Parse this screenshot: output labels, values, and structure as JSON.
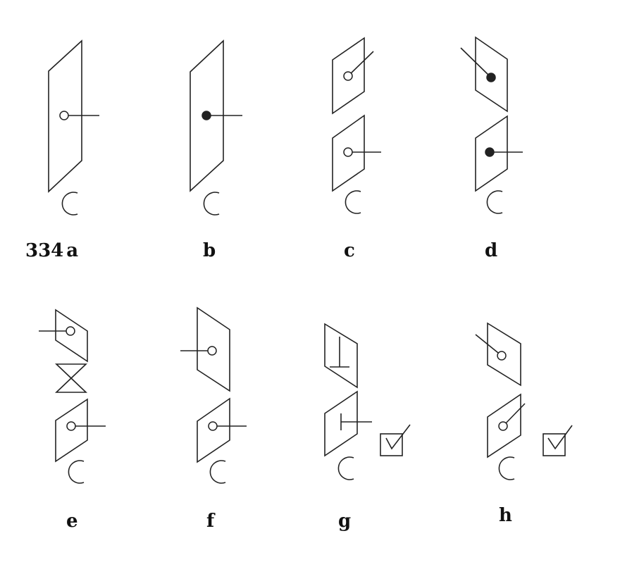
{
  "figure_number": "334",
  "panels": [
    {
      "id": "a",
      "label": "a"
    },
    {
      "id": "b",
      "label": "b"
    },
    {
      "id": "c",
      "label": "c"
    },
    {
      "id": "d",
      "label": "d"
    },
    {
      "id": "e",
      "label": "e"
    },
    {
      "id": "f",
      "label": "f"
    },
    {
      "id": "g",
      "label": "g"
    },
    {
      "id": "h",
      "label": "h"
    }
  ]
}
